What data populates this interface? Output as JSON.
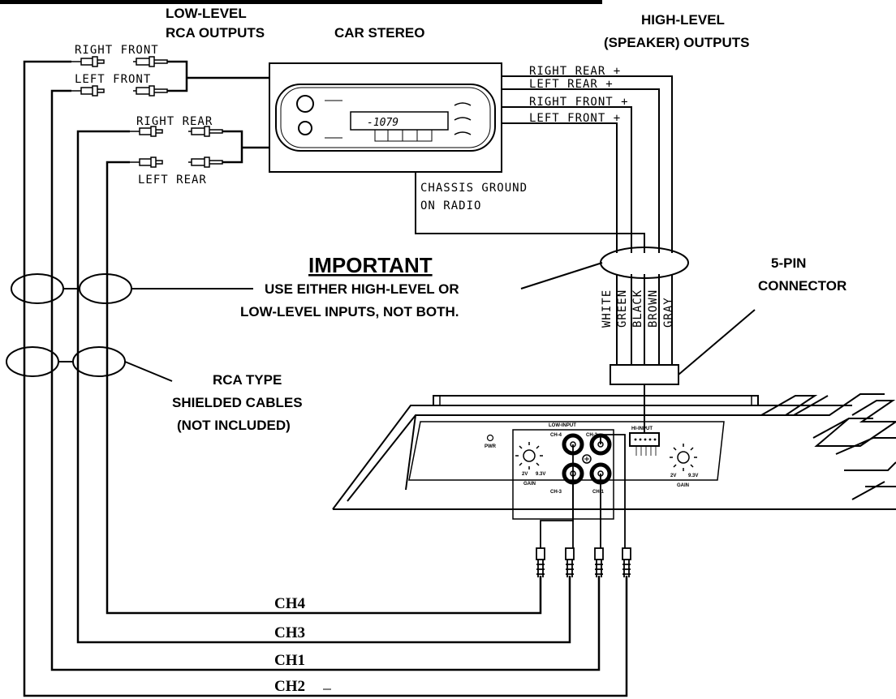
{
  "header": {
    "low_level_line1": "LOW-LEVEL",
    "low_level_line2": "RCA OUTPUTS",
    "car_stereo": "CAR STEREO",
    "high_level_line1": "HIGH-LEVEL",
    "high_level_line2": "(SPEAKER) OUTPUTS"
  },
  "rca_labels": {
    "right_front": "RIGHT  FRONT",
    "left_front": "LEFT  FRONT",
    "right_rear": "RIGHT  REAR",
    "left_rear": "LEFT  REAR"
  },
  "speaker_outputs": [
    "RIGHT  REAR  +",
    "LEFT  REAR  +",
    "RIGHT  FRONT  +",
    "LEFT  FRONT  +"
  ],
  "stereo_display": "-1079",
  "ground": {
    "line1": "CHASSIS    GROUND",
    "line2": "ON  RADIO"
  },
  "wire_colors": [
    "WHITE",
    "GREEN",
    "BLACK",
    "BROWN",
    "GRAY"
  ],
  "important": {
    "title": "IMPORTANT",
    "line1": "USE EITHER HIGH-LEVEL OR",
    "line2": "LOW-LEVEL INPUTS, NOT BOTH."
  },
  "connector": {
    "line1": "5-PIN",
    "line2": "CONNECTOR"
  },
  "rca_type": {
    "line1": "RCA TYPE",
    "line2": "SHIELDED CABLES",
    "line3": "(NOT INCLUDED)"
  },
  "amp_panel": {
    "pwr": "PWR",
    "low_input": "LOW-INPUT",
    "hi_input": "HI-INPUT",
    "ch4": "CH-4",
    "ch2": "CH-2",
    "ch3": "CH-3",
    "ch1": "CH-1",
    "gain_left": "GAIN",
    "gain_right": "GAIN",
    "v_low_left": "2V",
    "v_high_left": "9.3V",
    "v_low_right": "2V",
    "v_high_right": "9.3V"
  },
  "channels": [
    "CH4",
    "CH3",
    "CH1",
    "CH2"
  ]
}
